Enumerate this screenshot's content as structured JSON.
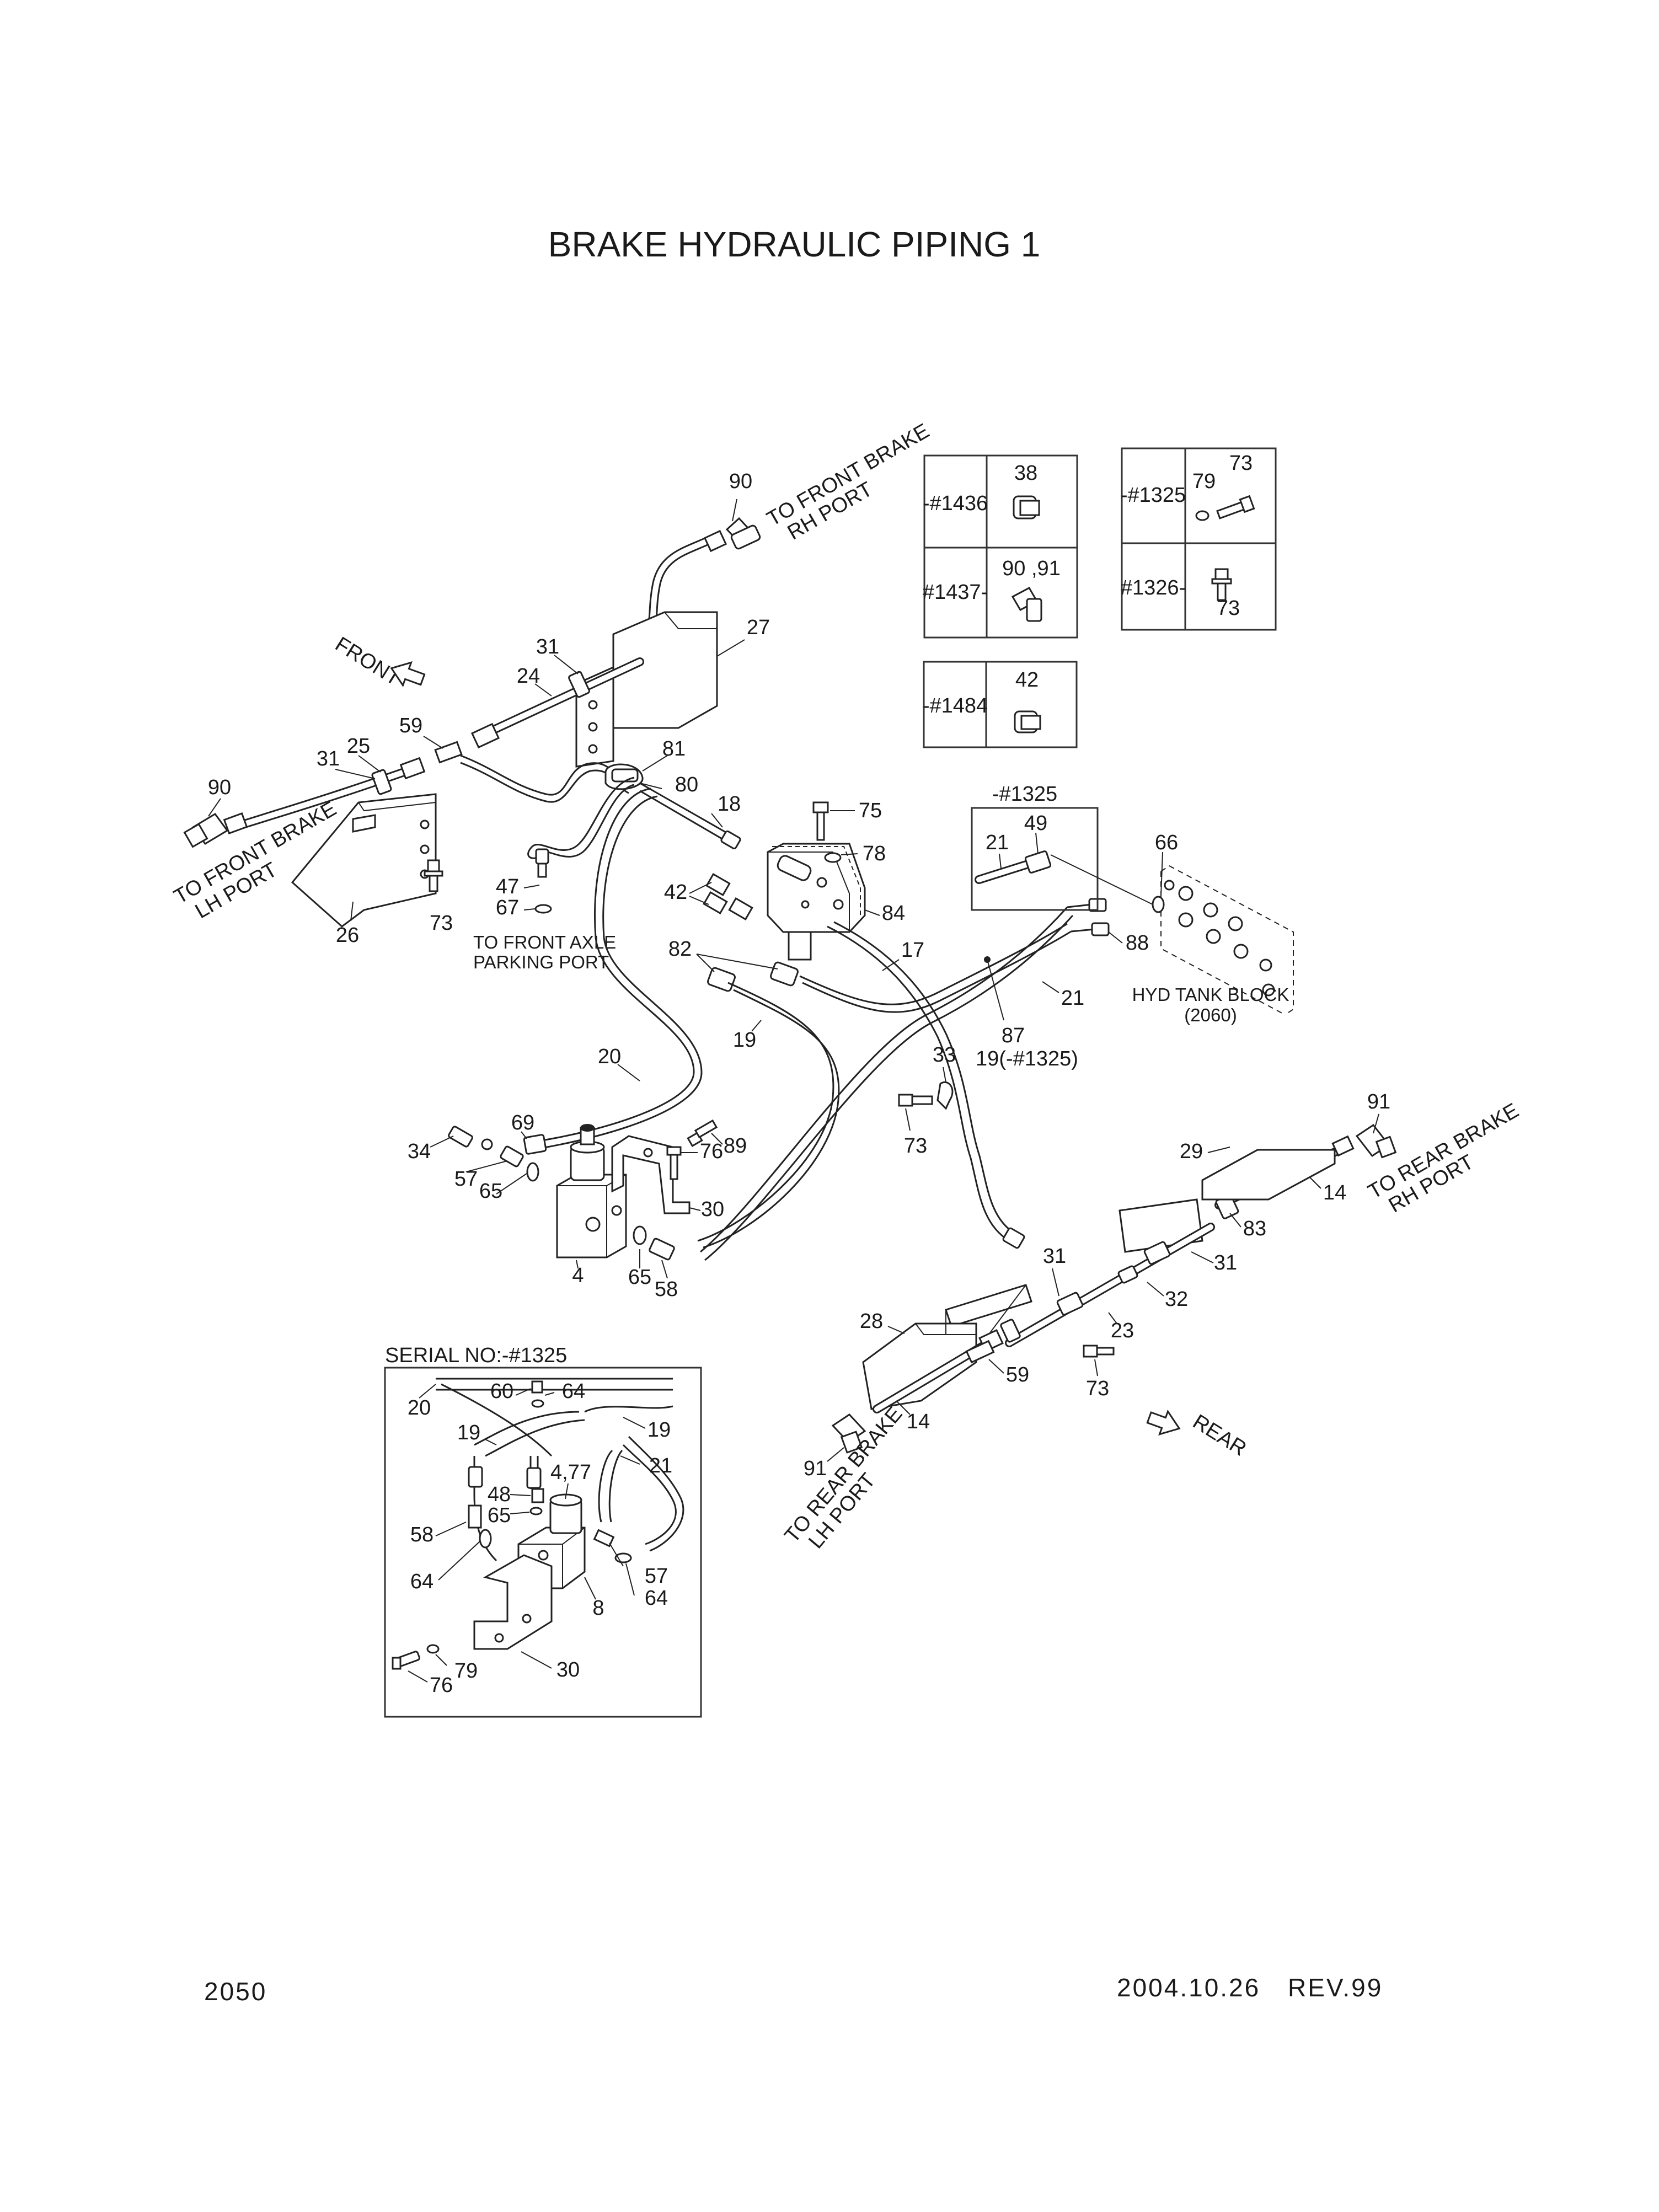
{
  "title": "BRAKE HYDRAULIC PIPING 1",
  "footer": {
    "page_number": "2050",
    "date": "2004.10.26",
    "revision": "REV.99"
  },
  "serial_tables": [
    {
      "rows": [
        {
          "serial": "-#1436",
          "parts": "38"
        },
        {
          "serial": "#1437-",
          "parts": "90 ,91"
        }
      ]
    },
    {
      "rows": [
        {
          "serial": "-#1325",
          "parts_a": "79",
          "parts_b": "73"
        },
        {
          "serial": "#1326-",
          "parts": "73"
        }
      ]
    },
    {
      "rows": [
        {
          "serial": "-#1484",
          "parts": "42"
        }
      ]
    }
  ],
  "callouts": {
    "front_brake_rh": [
      "TO FRONT BRAKE",
      "RH PORT"
    ],
    "front_brake_lh": [
      "TO FRONT BRAKE",
      "LH PORT"
    ],
    "rear_brake_rh": [
      "TO REAR BRAKE",
      "RH PORT"
    ],
    "rear_brake_lh": [
      "TO REAR BRAKE",
      "LH PORT"
    ],
    "front_axle_parking": [
      "TO FRONT AXLE",
      "PARKING PORT"
    ],
    "hyd_tank_block": [
      "HYD TANK BLOCK",
      "(2060)"
    ],
    "front_arrow": "FRONT",
    "rear_arrow": "REAR",
    "detail_serial": "-#1325",
    "inset_serial": "SERIAL NO:-#1325",
    "note_19": "19(-#1325)"
  },
  "part_labels": {
    "p90_top": "90",
    "p27": "27",
    "p31_top": "31",
    "p24": "24",
    "p59_left": "59",
    "p25": "25",
    "p31_left": "31",
    "p90_left": "90",
    "p26": "26",
    "p73_left": "73",
    "p81": "81",
    "p80": "80",
    "p18": "18",
    "p47": "47",
    "p67": "67",
    "p75": "75",
    "p78": "78",
    "p84": "84",
    "p42": "42",
    "p82": "82",
    "p19": "19",
    "p17": "17",
    "p21_mid": "21",
    "p87": "87",
    "p88": "88",
    "p66": "66",
    "p21_detail": "21",
    "p49": "49",
    "p20": "20",
    "p69": "69",
    "p89": "89",
    "p34": "34",
    "p57": "57",
    "p65": "65",
    "p76": "76",
    "p30": "30",
    "p4": "4",
    "p65_b": "65",
    "p58": "58",
    "p33": "33",
    "p73_mid": "73",
    "p91_right": "91",
    "p29": "29",
    "p14_right": "14",
    "p83": "83",
    "p31_right": "31",
    "p31_lower": "31",
    "p32": "32",
    "p23": "23",
    "p28": "28",
    "p59_lower": "59",
    "p73_lower": "73",
    "p14_lower": "14",
    "p91_lower": "91"
  },
  "inset_labels": {
    "i20": "20",
    "i60": "60",
    "i64_top": "64",
    "i19_left": "19",
    "i19_right": "19",
    "i21": "21",
    "i477": "4,77",
    "i48": "48",
    "i65": "65",
    "i58": "58",
    "i64_left": "64",
    "i57": "57",
    "i64_right": "64",
    "i8": "8",
    "i79": "79",
    "i30": "30",
    "i76": "76"
  }
}
